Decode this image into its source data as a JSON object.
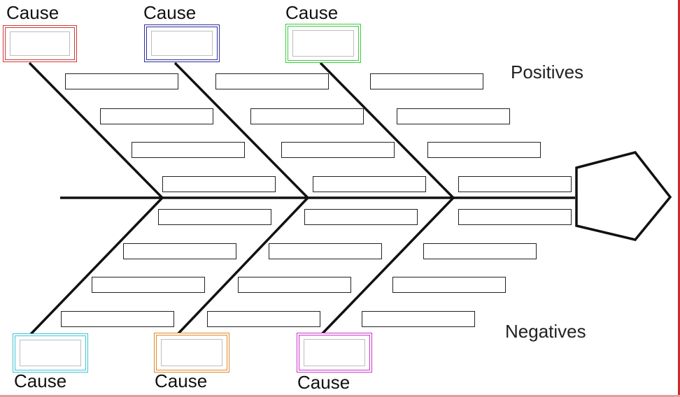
{
  "diagram": {
    "positives_label": "Positives",
    "negatives_label": "Negatives",
    "causes": [
      {
        "label": "Cause",
        "color": "#d33a3a"
      },
      {
        "label": "Cause",
        "color": "#2e2e9e"
      },
      {
        "label": "Cause",
        "color": "#3fcc3f"
      },
      {
        "label": "Cause",
        "color": "#3fc3d6"
      },
      {
        "label": "Cause",
        "color": "#e08a2a"
      },
      {
        "label": "Cause",
        "color": "#cc33cc"
      }
    ],
    "head_shape": "pentagon"
  }
}
